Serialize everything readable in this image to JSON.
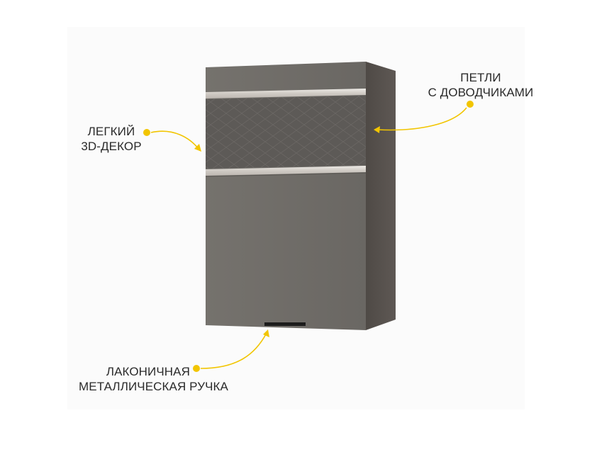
{
  "callouts": {
    "hinges": {
      "line1": "ПЕТЛИ",
      "line2": "С ДОВОДЧИКАМИ"
    },
    "decor": {
      "line1": "ЛЕГКИЙ",
      "line2": "3D-ДЕКОР"
    },
    "handle": {
      "line1": "ЛАКОНИЧНАЯ",
      "line2": "МЕТАЛЛИЧЕСКАЯ РУЧКА"
    }
  },
  "colors": {
    "accent_dot": "#f2c500",
    "cabinet_front": "#6d6a66",
    "cabinet_side": "#57514d",
    "decor_panel": "#5b5856",
    "trim": "#d8d4cf",
    "handle": "#1c1c1c",
    "text": "#2a2a2a"
  },
  "icons": {
    "dot": "yellow-dot-icon",
    "arrow": "curved-arrow-icon"
  }
}
